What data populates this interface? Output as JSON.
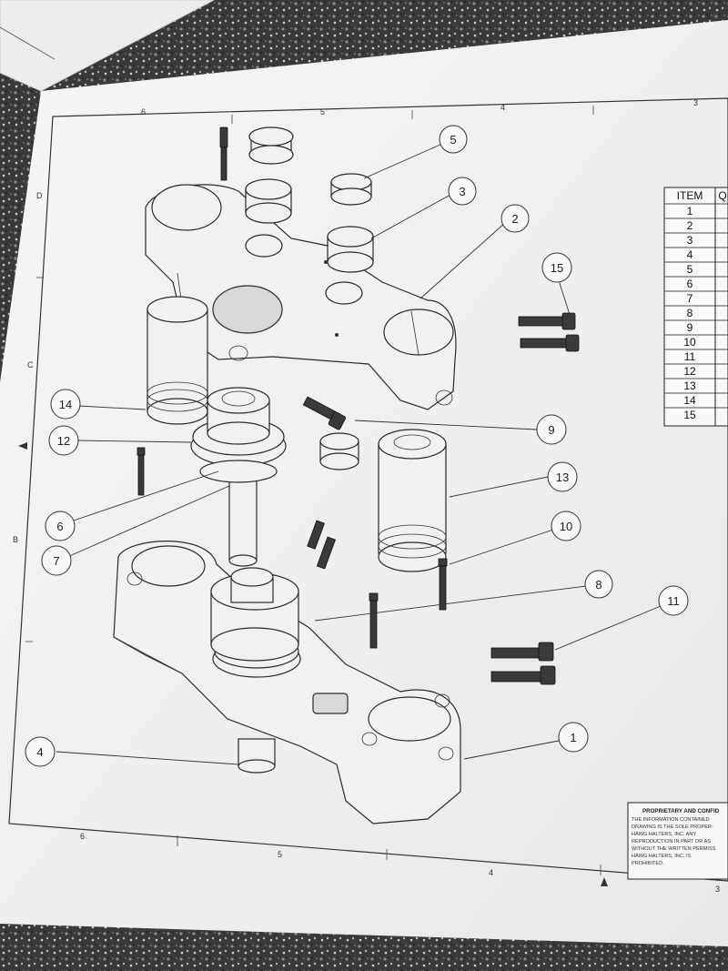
{
  "drawing": {
    "zone_numbers_top": [
      "6",
      "5",
      "4",
      "3"
    ],
    "zone_numbers_bottom": [
      "6",
      "5",
      "4",
      "3"
    ],
    "zone_letters_left": [
      "D",
      "C",
      "B"
    ],
    "callouts": [
      {
        "number": "1"
      },
      {
        "number": "2"
      },
      {
        "number": "3"
      },
      {
        "number": "4"
      },
      {
        "number": "5"
      },
      {
        "number": "6"
      },
      {
        "number": "7"
      },
      {
        "number": "8"
      },
      {
        "number": "9"
      },
      {
        "number": "10"
      },
      {
        "number": "11"
      },
      {
        "number": "12"
      },
      {
        "number": "13"
      },
      {
        "number": "14"
      },
      {
        "number": "15"
      }
    ]
  },
  "bom": {
    "header_item": "ITEM",
    "header_partial": "Q",
    "items": [
      "1",
      "2",
      "3",
      "4",
      "5",
      "6",
      "7",
      "8",
      "9",
      "10",
      "11",
      "12",
      "13",
      "14",
      "15"
    ]
  },
  "notice": {
    "title": "PROPRIETARY AND CONFID",
    "lines": [
      "THE INFORMATION CONTAINED",
      "DRAWING IS THE SOLE PROPER",
      "HAWG HALTERS, INC. ANY",
      "REPRODUCTION IN PART OR AS",
      "WITHOUT THE WRITTEN PERMISS",
      "HAWG HALTERS, INC. IS",
      "PROHIBITED."
    ]
  }
}
